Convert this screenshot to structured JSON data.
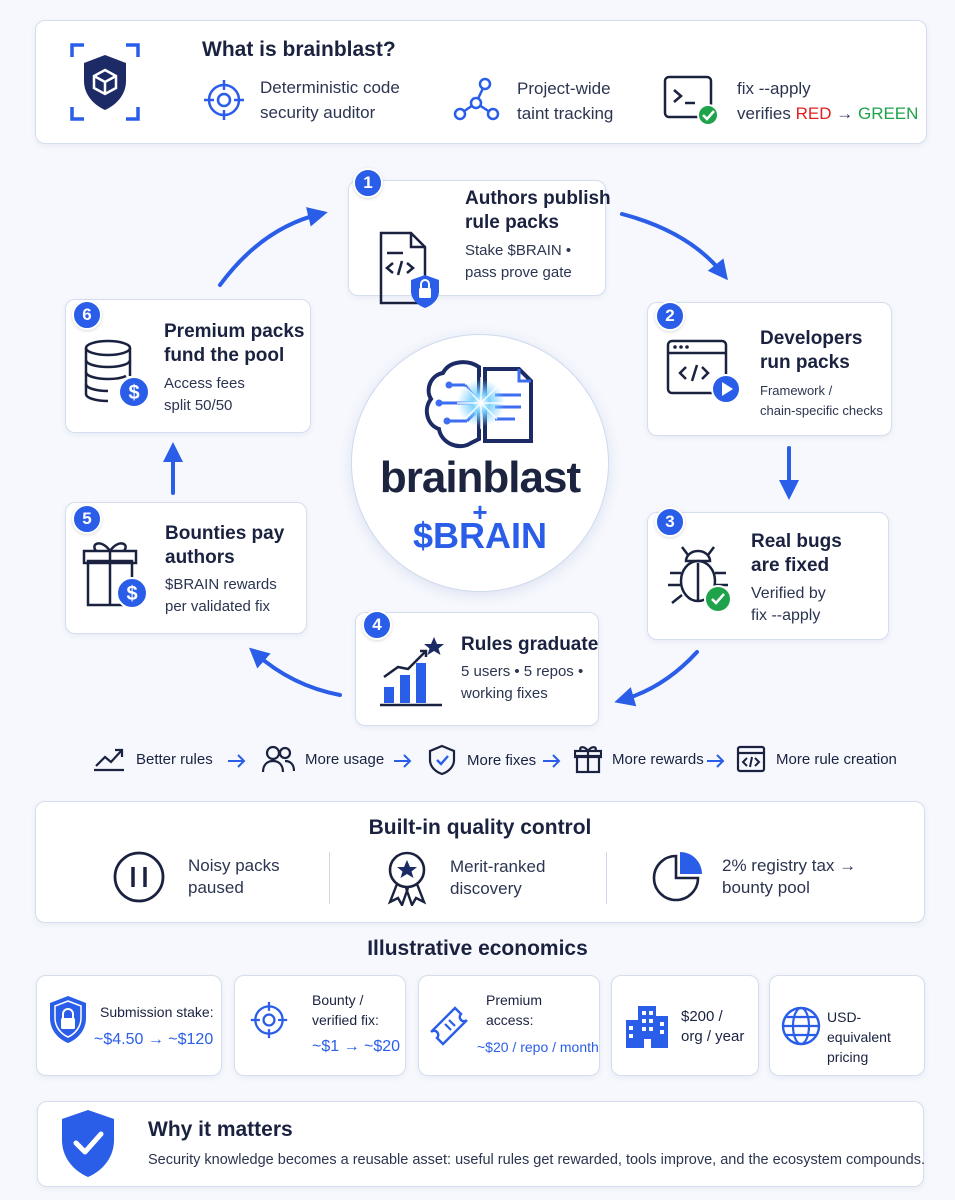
{
  "header": {
    "title": "What is brainblast?",
    "features": [
      {
        "text": "Deterministic code security auditor",
        "icon": "target-icon"
      },
      {
        "text": "Project-wide taint tracking",
        "icon": "graph-nodes-icon"
      },
      {
        "line1": "fix --apply",
        "verifies": "verifies",
        "red": "RED",
        "arrow": "→",
        "green": "GREEN",
        "icon": "terminal-check-icon"
      }
    ]
  },
  "center": {
    "name": "brainblast",
    "plus": "+",
    "token": "$BRAIN"
  },
  "steps": [
    {
      "num": "1",
      "title_lines": [
        "Authors publish",
        "rule packs"
      ],
      "desc_lines": [
        "Stake $BRAIN •",
        "pass prove gate"
      ],
      "icon": "code-document-lock-icon"
    },
    {
      "num": "2",
      "title_lines": [
        "Developers",
        "run packs"
      ],
      "desc_lines": [
        "Framework /",
        "chain-specific checks"
      ],
      "icon": "code-window-play-icon"
    },
    {
      "num": "3",
      "title_lines": [
        "Real bugs",
        "are fixed"
      ],
      "desc_lines": [
        "Verified by",
        "fix --apply"
      ],
      "icon": "bug-check-icon"
    },
    {
      "num": "4",
      "title_lines": [
        "Rules graduate"
      ],
      "desc_lines": [
        "5 users • 5 repos •",
        "working fixes"
      ],
      "icon": "bar-chart-star-icon"
    },
    {
      "num": "5",
      "title_lines": [
        "Bounties pay",
        "authors"
      ],
      "desc_lines": [
        "$BRAIN rewards",
        "per validated fix"
      ],
      "icon": "gift-dollar-icon"
    },
    {
      "num": "6",
      "title_lines": [
        "Premium packs",
        "fund the pool"
      ],
      "desc_lines": [
        "Access fees",
        "split 50/50"
      ],
      "icon": "coins-dollar-icon"
    }
  ],
  "flow": [
    {
      "label": "Better rules",
      "icon": "trend-up-icon"
    },
    {
      "label": "More usage",
      "icon": "users-icon"
    },
    {
      "label": "More fixes",
      "icon": "shield-check-icon"
    },
    {
      "label": "More rewards",
      "icon": "gift-icon"
    },
    {
      "label": "More rule creation",
      "icon": "code-window-icon"
    }
  ],
  "quality": {
    "title": "Built-in quality control",
    "items": [
      {
        "lines": [
          "Noisy packs",
          "paused"
        ],
        "icon": "pause-icon"
      },
      {
        "lines": [
          "Merit-ranked",
          "discovery"
        ],
        "icon": "award-star-icon"
      },
      {
        "lines": [
          "2% registry tax →",
          "bounty pool"
        ],
        "icon": "pie-chart-icon"
      }
    ]
  },
  "economics": {
    "title": "Illustrative economics",
    "items": [
      {
        "label_lines": [
          "Submission stake:"
        ],
        "value": "~$4.50 → ~$120",
        "icon": "shield-lock-icon"
      },
      {
        "label_lines": [
          "Bounty /",
          "verified fix:"
        ],
        "value": "~$1 → ~$20",
        "icon": "target-icon"
      },
      {
        "label_lines": [
          "Premium",
          "access:"
        ],
        "value": "~$20 / repo / month",
        "icon": "ticket-icon"
      },
      {
        "label_lines": [
          "$200 /",
          "org / year"
        ],
        "value": "",
        "icon": "buildings-icon"
      },
      {
        "label_lines": [
          "USD-equivalent",
          "pricing"
        ],
        "value": "",
        "icon": "globe-icon"
      }
    ]
  },
  "why": {
    "title": "Why it matters",
    "text": "Security knowledge becomes a reusable asset: useful rules get rewarded, tools improve, and the ecosystem compounds."
  },
  "colors": {
    "accent": "#2a5ee8",
    "navy": "#1a2240",
    "red": "#e02020",
    "green": "#1ea34a"
  }
}
